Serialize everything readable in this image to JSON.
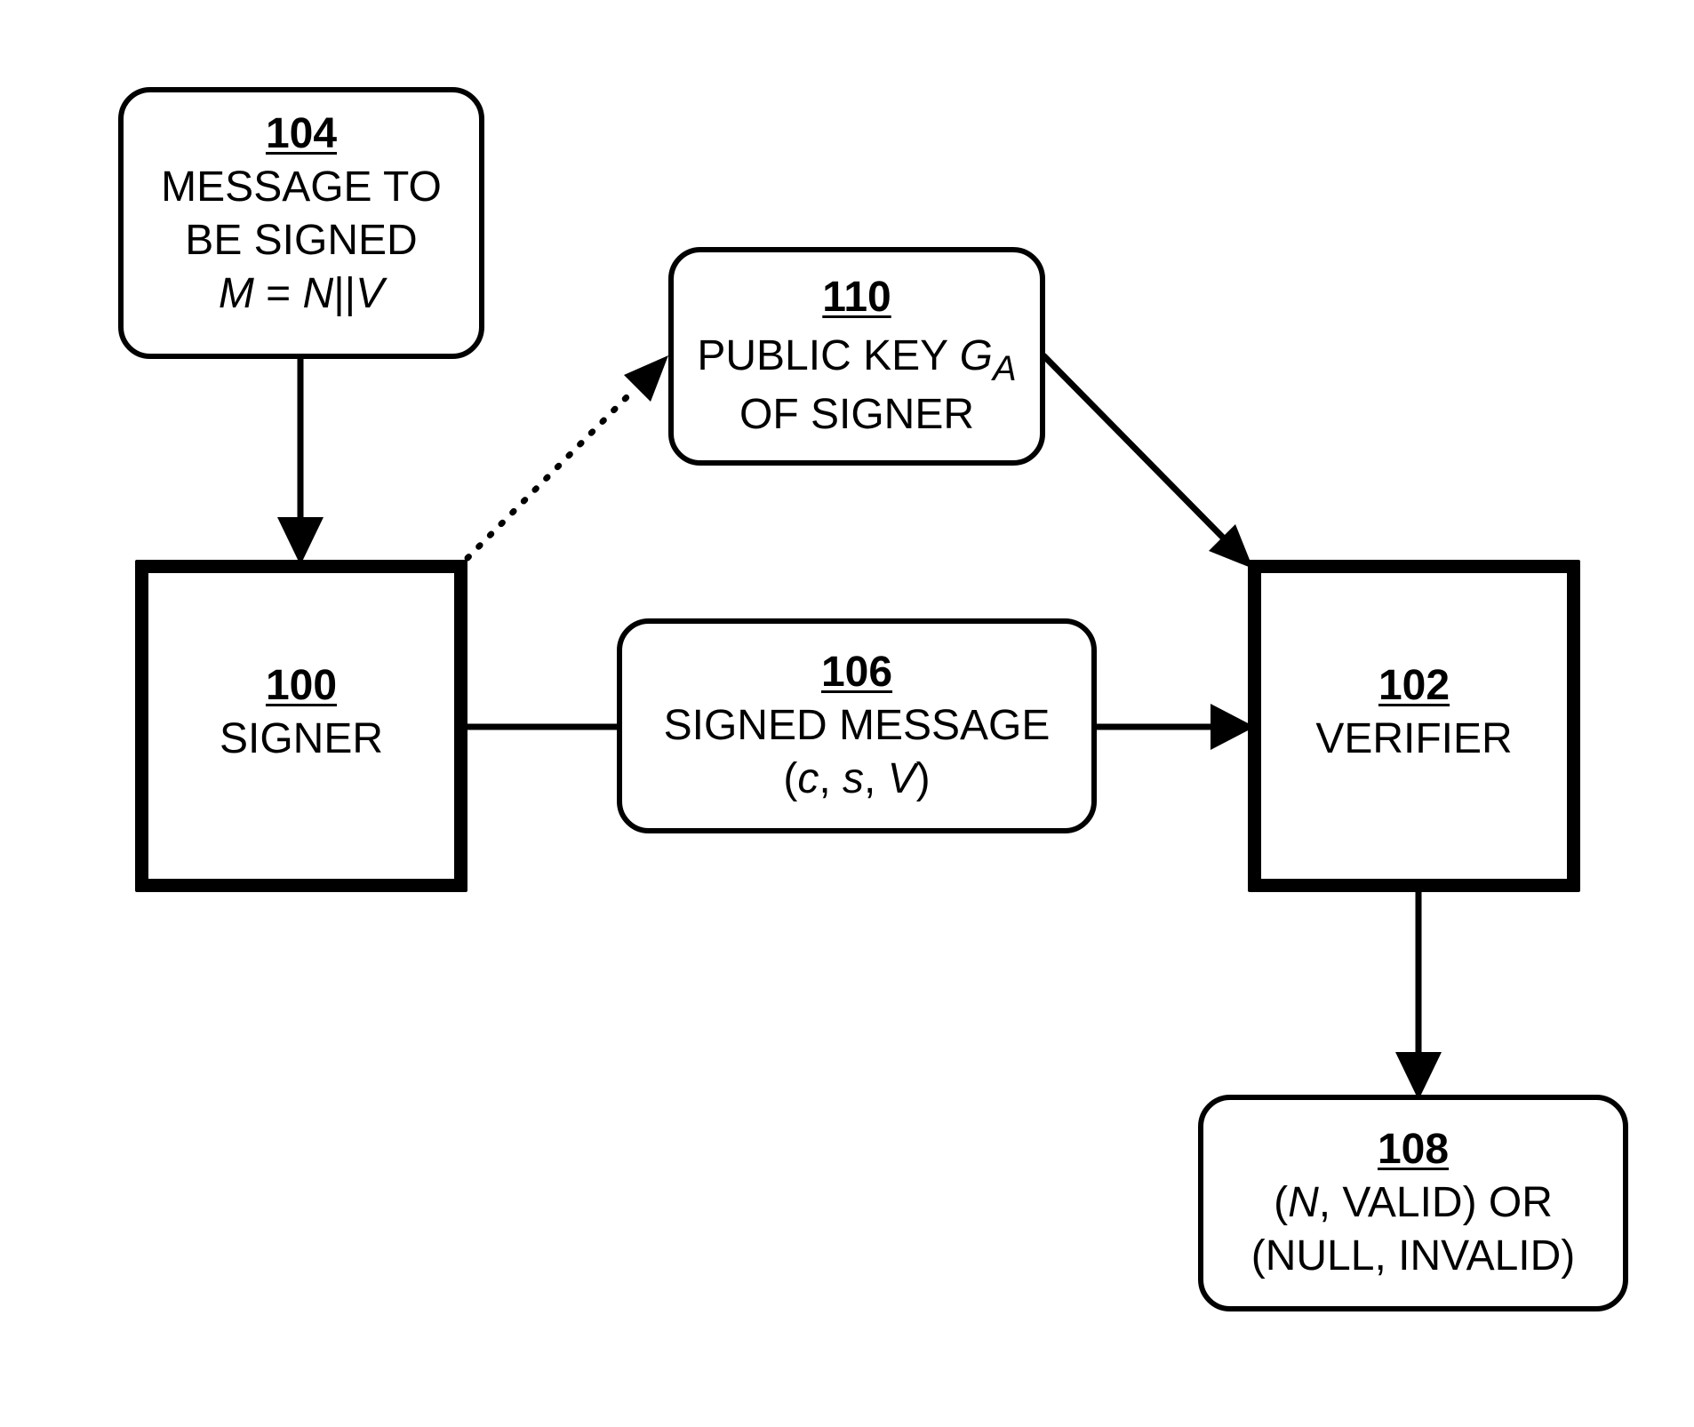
{
  "nodes": {
    "message": {
      "ref": "104",
      "line1": "MESSAGE TO",
      "line2": "BE SIGNED",
      "formula_m": "M",
      "formula_eq": " = ",
      "formula_n": "N",
      "formula_bars": "||",
      "formula_v": "V"
    },
    "public_key": {
      "ref": "110",
      "line1_text": "PUBLIC KEY ",
      "line1_var": "G",
      "line1_sub": "A",
      "line2": "OF SIGNER"
    },
    "signer": {
      "ref": "100",
      "label": "SIGNER"
    },
    "signed_message": {
      "ref": "106",
      "line1": "SIGNED MESSAGE",
      "open": "(",
      "c": "c",
      "comma1": ", ",
      "s": "s",
      "comma2": ", ",
      "v": "V",
      "close": ")"
    },
    "verifier": {
      "ref": "102",
      "label": "VERIFIER"
    },
    "result": {
      "ref": "108",
      "line1_open": "(",
      "line1_var": "N",
      "line1_rest": ", VALID) OR",
      "line2": "(NULL, INVALID)"
    }
  },
  "colors": {
    "stroke": "#000000",
    "background": "#ffffff"
  }
}
